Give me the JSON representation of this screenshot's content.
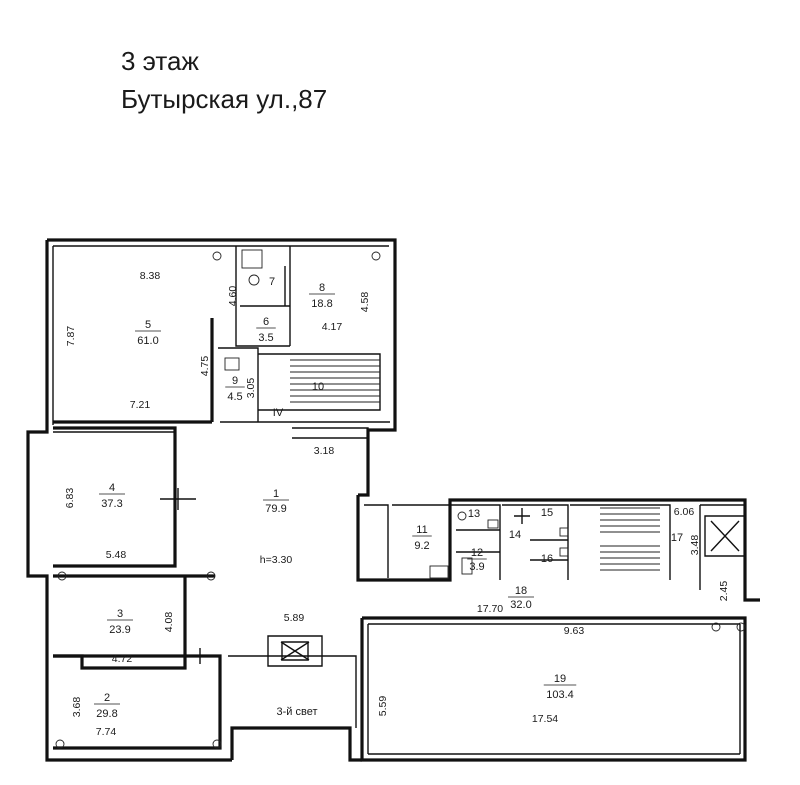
{
  "header": {
    "floor": "3 этаж",
    "address": "Бутырская ул.,87"
  },
  "plan": {
    "rooms": [
      {
        "number": "1",
        "area": "79.9"
      },
      {
        "number": "2",
        "area": "29.8"
      },
      {
        "number": "3",
        "area": "23.9"
      },
      {
        "number": "4",
        "area": "37.3"
      },
      {
        "number": "5",
        "area": "61.0"
      },
      {
        "number": "6",
        "area": "3.5"
      },
      {
        "number": "7",
        "area": ""
      },
      {
        "number": "8",
        "area": "18.8"
      },
      {
        "number": "9",
        "area": "4.5"
      },
      {
        "number": "10",
        "area": ""
      },
      {
        "number": "11",
        "area": "9.2"
      },
      {
        "number": "12",
        "area": "3.9"
      },
      {
        "number": "13",
        "area": ""
      },
      {
        "number": "14",
        "area": ""
      },
      {
        "number": "15",
        "area": ""
      },
      {
        "number": "16",
        "area": ""
      },
      {
        "number": "17",
        "area": ""
      },
      {
        "number": "18",
        "area": "32.0"
      },
      {
        "number": "19",
        "area": "103.4"
      }
    ],
    "dimensions": [
      "8.38",
      "7.87",
      "4.60",
      "4.58",
      "4.17",
      "4.75",
      "3.05",
      "7.21",
      "3.18",
      "6.83",
      "5.48",
      "4.08",
      "4.72",
      "5.89",
      "3.68",
      "7.74",
      "6.06",
      "3.48",
      "17.70",
      "9.63",
      "2.45",
      "5.59",
      "17.54"
    ],
    "ceiling_height": "h=3.30",
    "stair_mark": "IV",
    "light_well_label": "3-й свет"
  }
}
